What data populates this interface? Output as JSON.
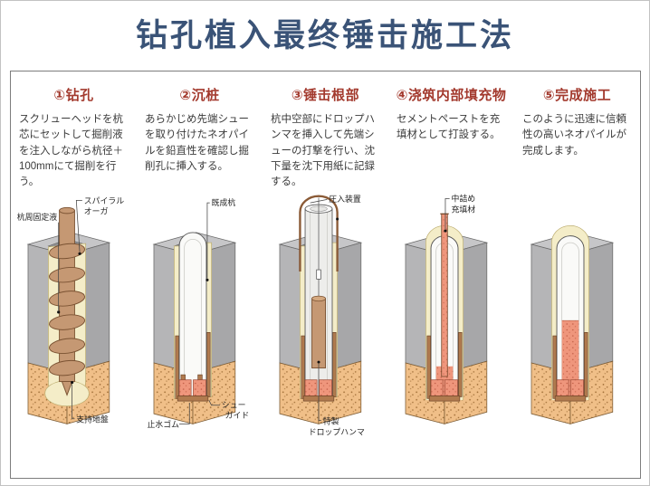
{
  "page": {
    "title": "钻孔植入最终锤击施工法",
    "colors": {
      "title": "#3a5377",
      "step_heading": "#a33a2e",
      "body_text": "#3b3b3b",
      "panel_border": "#7d7d7d",
      "ground_gray": "#b5b5b7",
      "soil_orange": "#f0bf88",
      "grout_cream": "#f4edc8",
      "timber_brown": "#c59873",
      "fill_pink": "#ef967c"
    }
  },
  "steps": [
    {
      "id": "drilling",
      "title": "①钻孔",
      "description": "スクリューヘッドを杭芯にセットして掘削液を注入しながら杭径＋100mmにて掘削を行う。",
      "diagram_labels": {
        "pile_fixing_liquid": "杭周固定液",
        "spiral_auger_line1": "スパイラル",
        "spiral_auger_line2": "オーガ",
        "support_ground": "支持地盤"
      }
    },
    {
      "id": "pile-insertion",
      "title": "②沉桩",
      "description": "あらかじめ先端シューを取り付けたネオパイルを鉛直性を確認し掘削孔に挿入する。",
      "diagram_labels": {
        "existing_pile": "既成杭",
        "water_stop_rubber": "止水ゴム",
        "shoe_guide_line1": "シュー",
        "shoe_guide_line2": "ガイド"
      }
    },
    {
      "id": "hammering",
      "title": "③锤击根部",
      "description": "杭中空部にドロップハンマを挿入して先端シューの打撃を行い、沈下量を沈下用紙に記録する。",
      "diagram_labels": {
        "press_in_device": "圧入装置",
        "drop_hammer_line1": "特製",
        "drop_hammer_line2": "ドロップハンマ"
      }
    },
    {
      "id": "filling",
      "title": "④浇筑内部填充物",
      "description": "セメントペーストを充填材として打設する。",
      "diagram_labels": {
        "inner_filling_line1": "中詰め",
        "inner_filling_line2": "充填材"
      }
    },
    {
      "id": "completion",
      "title": "⑤完成施工",
      "description": "このように迅速に信頼性の高いネオパイルが完成します。",
      "diagram_labels": {}
    }
  ]
}
